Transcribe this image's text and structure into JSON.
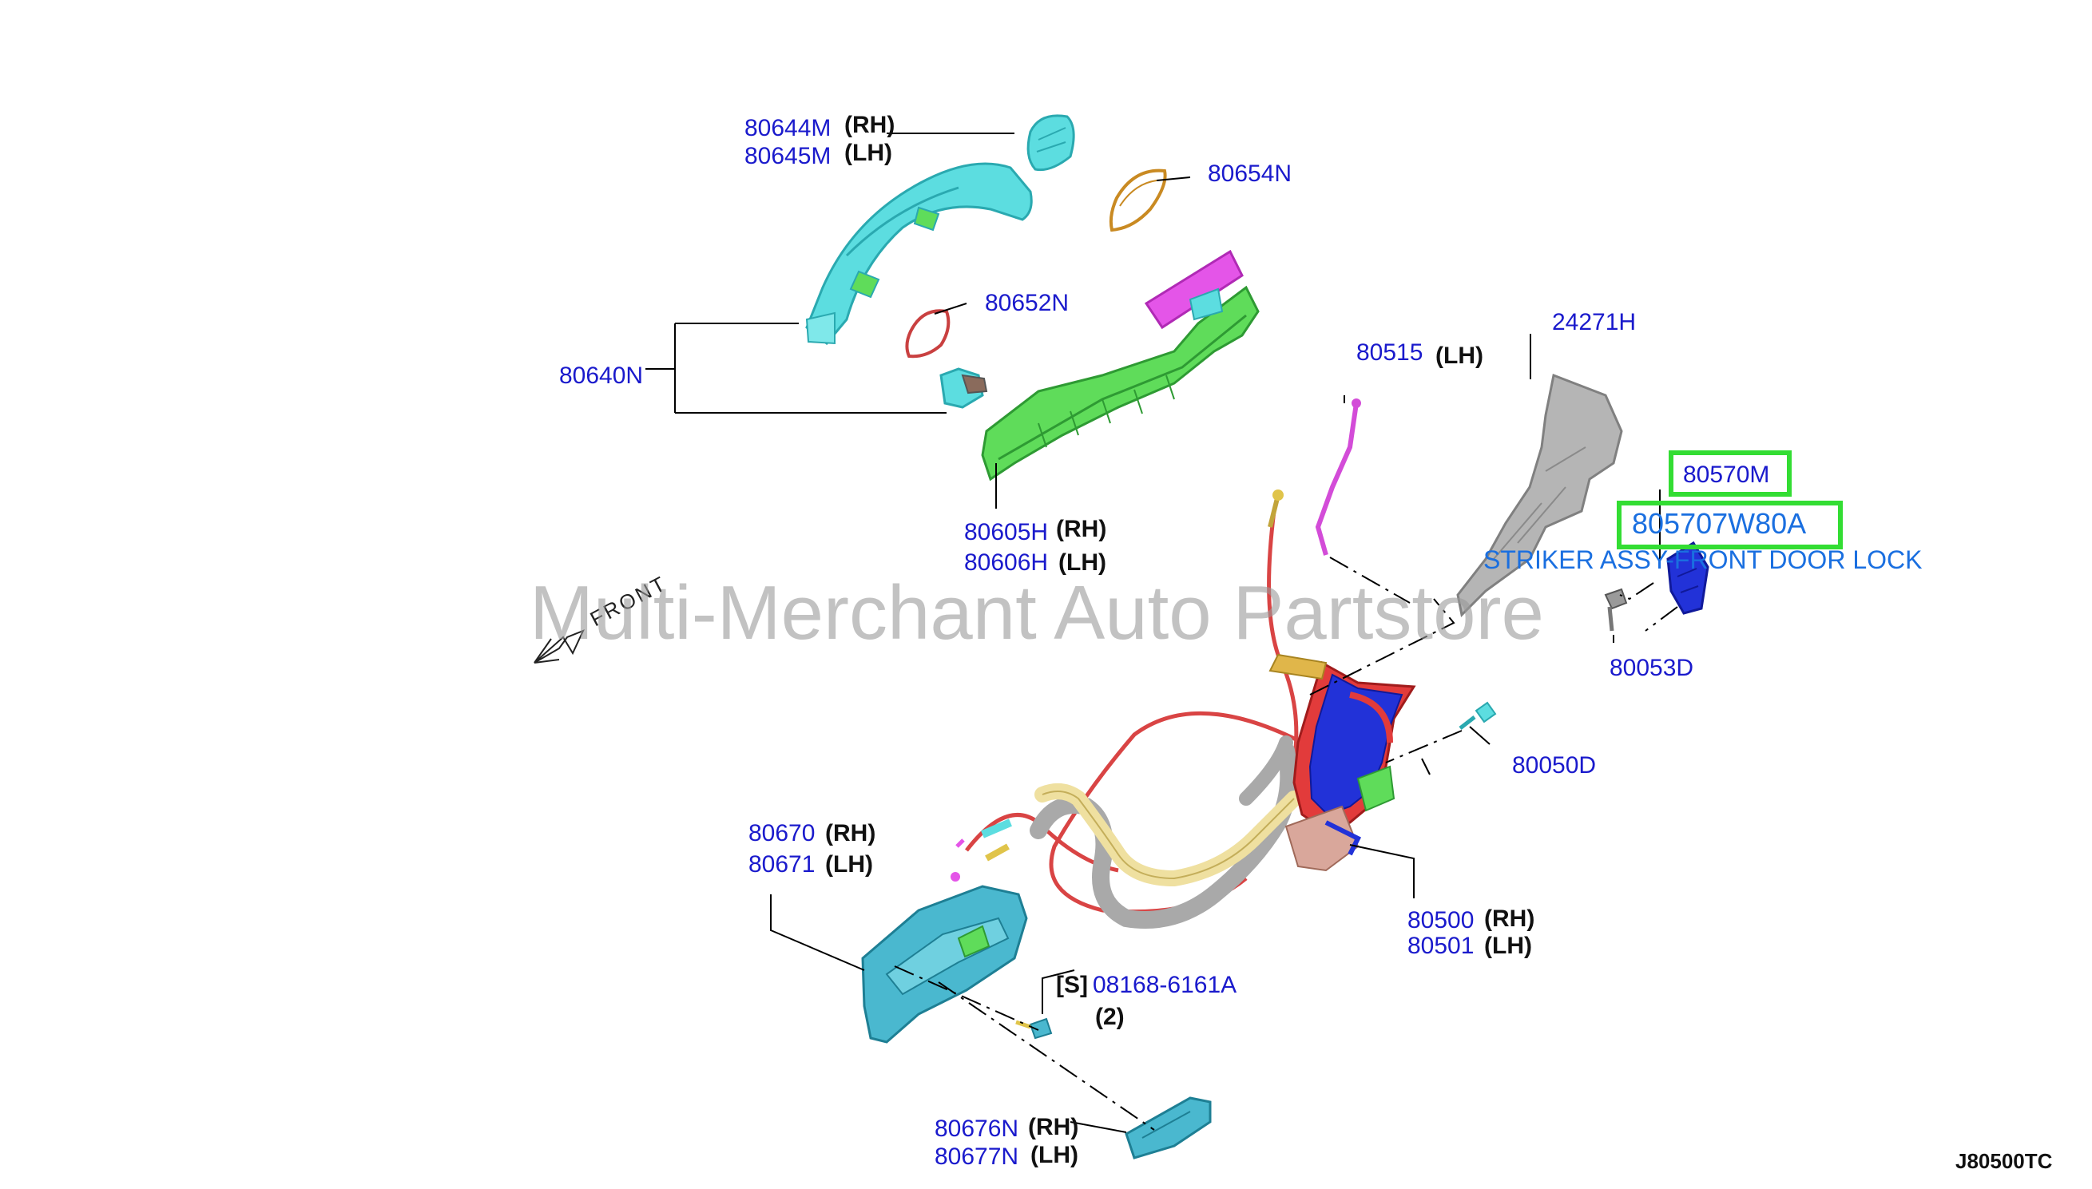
{
  "watermark": "Multi-Merchant Auto Partstore",
  "front_label": "FRONT",
  "diagram_code": "J80500TC",
  "side": {
    "rh": "(RH)",
    "lh": "(LH)"
  },
  "parts": {
    "p80644M": "80644M",
    "p80645M": "80645M",
    "p80654N": "80654N",
    "p80652N": "80652N",
    "p80640N": "80640N",
    "p80605H": "80605H",
    "p80606H": "80606H",
    "p80515": "80515",
    "p24271H": "24271H",
    "p80570M": "80570M",
    "p805707W80A": "805707W80A",
    "striker_desc": "STRIKER ASSY-FRONT DOOR LOCK",
    "p80053D": "80053D",
    "p80050D": "80050D",
    "p80670": "80670",
    "p80671": "80671",
    "p80500": "80500",
    "p80501": "80501",
    "s_mark": "[S]",
    "p08168": "08168-6161A",
    "qty": "(2)",
    "p80676N": "80676N",
    "p80677N": "80677N"
  },
  "colors": {
    "label_blue": "#1a1acc",
    "highlight_green": "#33dd33",
    "highlight_text_blue": "#1a6fe0",
    "cyan_part": "#5cdde0",
    "green_part": "#5fdc5a",
    "magenta_part": "#e455e8",
    "red_part": "#e23b3b",
    "navy_part": "#2232d8",
    "gray_part": "#a9a9a9"
  }
}
